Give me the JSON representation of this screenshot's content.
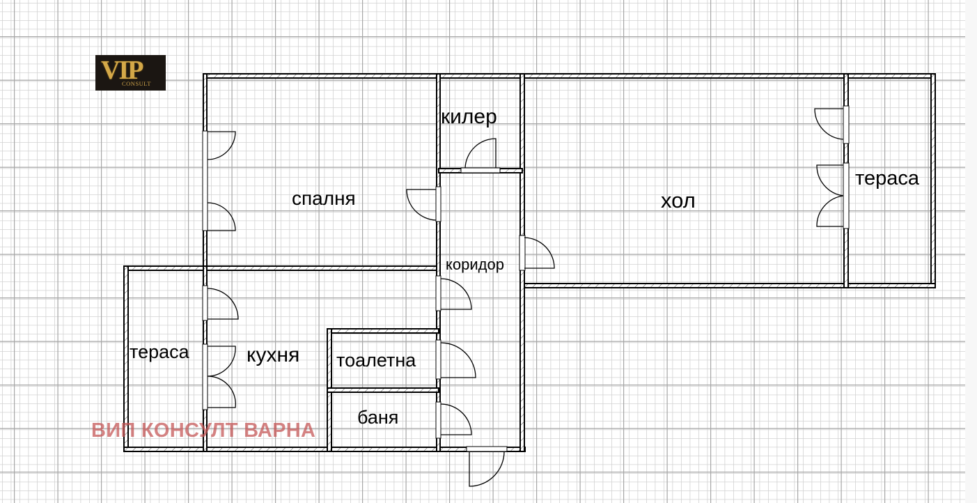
{
  "floorplan": {
    "logo": {
      "brand_text": "VIP",
      "sub_text": "CONSULT"
    },
    "watermark": "ВИП КОНСУЛТ ВАРНА",
    "rooms": [
      {
        "id": "spalnya",
        "label": "спалня"
      },
      {
        "id": "kiler",
        "label": "килер"
      },
      {
        "id": "hol",
        "label": "хол"
      },
      {
        "id": "terasa_right",
        "label": "тераса"
      },
      {
        "id": "koridor",
        "label": "коридор"
      },
      {
        "id": "terasa_left",
        "label": "тераса"
      },
      {
        "id": "kuhnya",
        "label": "кухня"
      },
      {
        "id": "toaletna",
        "label": "тоалетна"
      },
      {
        "id": "banya",
        "label": "баня"
      }
    ],
    "colors": {
      "wall": "#000000",
      "grid_minor": "#d0d0d0",
      "grid_major": "#a8a8a8",
      "watermark": "#c45252",
      "logo_bg": "#1b1612",
      "logo_gold": "#d4a848"
    }
  }
}
